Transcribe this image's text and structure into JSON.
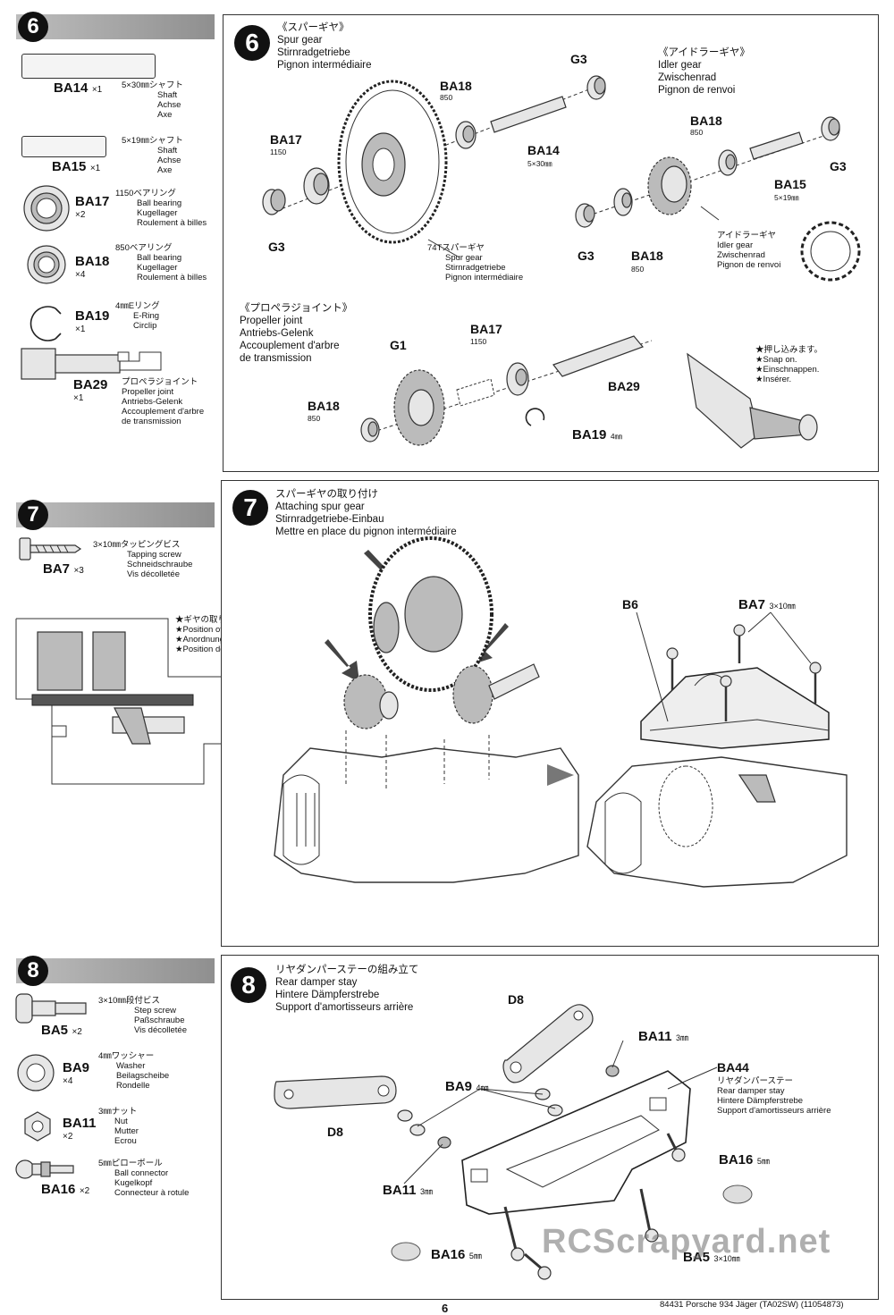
{
  "step6": {
    "number": "6",
    "parts": [
      {
        "code": "BA14",
        "qty": "×1",
        "desc": [
          "5×30㎜シャフト",
          "Shaft",
          "Achse",
          "Axe"
        ]
      },
      {
        "code": "BA15",
        "qty": "×1",
        "desc": [
          "5×19㎜シャフト",
          "Shaft",
          "Achse",
          "Axe"
        ]
      },
      {
        "code": "BA17",
        "qty": "×2",
        "desc": [
          "1150ベアリング",
          "Ball bearing",
          "Kugellager",
          "Roulement à billes"
        ]
      },
      {
        "code": "BA18",
        "qty": "×4",
        "desc": [
          "850ベアリング",
          "Ball bearing",
          "Kugellager",
          "Roulement à billes"
        ]
      },
      {
        "code": "BA19",
        "qty": "×1",
        "desc": [
          "4㎜Eリング",
          "E-Ring",
          "Circlip"
        ]
      },
      {
        "code": "BA29",
        "qty": "×1",
        "desc": [
          "プロペラジョイント",
          "Propeller joint",
          "Antriebs-Gelenk",
          "Accouplement d'arbre",
          "de transmission"
        ]
      }
    ],
    "spur_title": [
      "《スパーギヤ》",
      "Spur gear",
      "Stirnradgetriebe",
      "Pignon intermédiaire"
    ],
    "idler_title": [
      "《アイドラーギヤ》",
      "Idler gear",
      "Zwischenrad",
      "Pignon de renvoi"
    ],
    "propeller_title": [
      "《プロペラジョイント》",
      "Propeller joint",
      "Antriebs-Gelenk",
      "Accouplement d'arbre",
      "de transmission"
    ],
    "labels": {
      "g3": "G3",
      "ba18": "BA18",
      "n850": "850",
      "ba17": "BA17",
      "n1150": "1150",
      "ba14": "BA14",
      "ba14_size": "5×30㎜",
      "ba15": "BA15",
      "ba15_size": "5×19㎜",
      "g1": "G1",
      "ba29": "BA29",
      "ba19": "BA19",
      "ba19_size": "4㎜"
    },
    "gear74": [
      "74Tスパーギヤ",
      "Spur gear",
      "Stirnradgetriebe",
      "Pignon intermédiaire"
    ],
    "idler_gear": [
      "アイドラーギヤ",
      "Idler gear",
      "Zwischenrad",
      "Pignon de renvoi"
    ],
    "snap": [
      "★押し込みます。",
      "★Snap on.",
      "★Einschnappen.",
      "★Insérer."
    ]
  },
  "step7": {
    "number": "7",
    "part": {
      "code": "BA7",
      "qty": "×3",
      "desc": [
        "3×10㎜タッピングビス",
        "Tapping screw",
        "Schneidschraube",
        "Vis décolletée"
      ]
    },
    "gear_pos": [
      "★ギヤの取り付け位置。",
      "★Position of gears",
      "★Anordnung der Getriebe",
      "★Position des pignons"
    ],
    "title": [
      "スパーギヤの取り付け",
      "Attaching spur gear",
      "Stirnradgetriebe-Einbau",
      "Mettre en place du pignon intermédiaire"
    ],
    "b6": "B6",
    "ba7": "BA7",
    "ba7_size": "3×10㎜"
  },
  "step8": {
    "number": "8",
    "parts": [
      {
        "code": "BA5",
        "qty": "×2",
        "desc": [
          "3×10㎜段付ビス",
          "Step screw",
          "Paßschraube",
          "Vis décolletée"
        ]
      },
      {
        "code": "BA9",
        "qty": "×4",
        "desc": [
          "4㎜ワッシャー",
          "Washer",
          "Beilagscheibe",
          "Rondelle"
        ]
      },
      {
        "code": "BA11",
        "qty": "×2",
        "desc": [
          "3㎜ナット",
          "Nut",
          "Mutter",
          "Ecrou"
        ]
      },
      {
        "code": "BA16",
        "qty": "×2",
        "desc": [
          "5㎜ピローボール",
          "Ball connector",
          "Kugelkopf",
          "Connecteur à rotule"
        ]
      }
    ],
    "title": [
      "リヤダンパーステーの組み立て",
      "Rear damper stay",
      "Hintere Dämpferstrebe",
      "Support d'amortisseurs arrière"
    ],
    "labels": {
      "d8": "D8",
      "ba11": "BA11",
      "ba11_size": "3㎜",
      "ba9": "BA9",
      "ba9_size": "4㎜",
      "ba44": "BA44",
      "ba16": "BA16",
      "ba16_size": "5㎜",
      "ba5": "BA5",
      "ba5_size": "3×10㎜"
    },
    "ba44_desc": [
      "リヤダンパーステー",
      "Rear damper stay",
      "Hintere Dämpferstrebe",
      "Support d'amortisseurs arrière"
    ]
  },
  "footer": {
    "page": "6",
    "model": "84431 Porsche 934 Jäger (TA02SW) (11054873)",
    "watermark": "RCScrapyard.net"
  }
}
